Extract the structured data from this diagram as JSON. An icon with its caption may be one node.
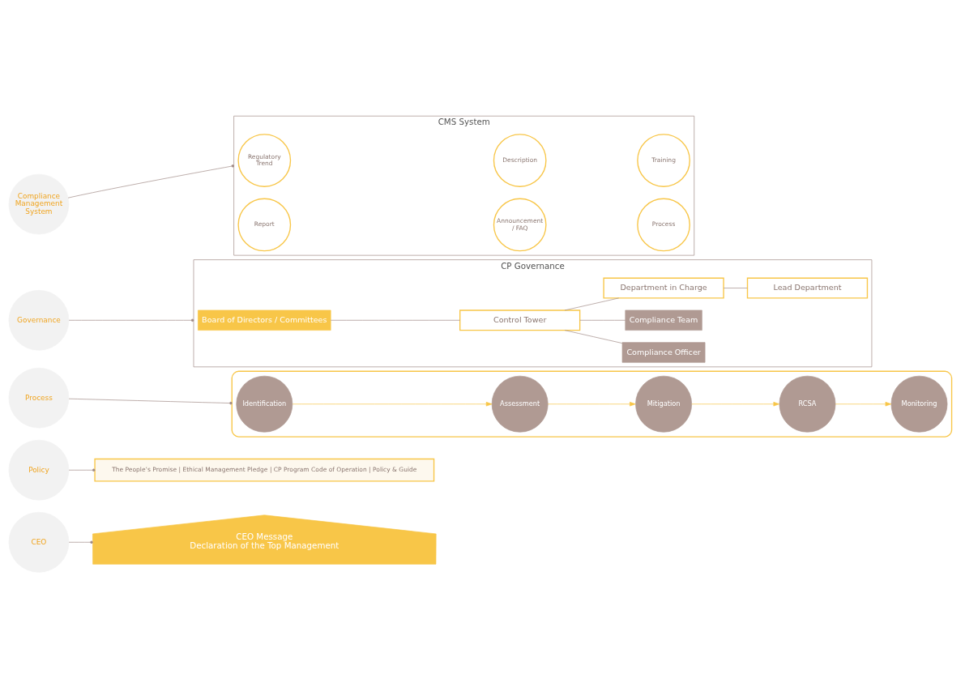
{
  "diagram": {
    "nodes": [
      {
        "text": [
          "CEO"
        ]
      },
      {
        "text": [
          "Policy"
        ]
      },
      {
        "text": [
          "Process"
        ]
      },
      {
        "text": [
          "Governance"
        ]
      },
      {
        "text": [
          "Compliance Management System"
        ]
      },
      {
        "text": [
          "CEO Message",
          "Declaration of the Top Management"
        ]
      },
      {
        "text": [
          "The People’s Promise | Ethical Management Pledge | CP Program Code of Operation | Policy & Guide"
        ]
      },
      {
        "text": [],
        "shape": "box"
      },
      {
        "text": [
          "Identification"
        ],
        "in": 7
      },
      {
        "text": [
          "Assessment"
        ],
        "in": 7
      },
      {
        "text": [
          "Mitigation"
        ],
        "in": 7
      },
      {
        "text": [
          "RCSA"
        ],
        "in": 7
      },
      {
        "text": [
          "Monitoring"
        ],
        "in": 7
      },
      {
        "text": [
          "CP Governance"
        ]
      },
      {
        "text": [
          "Board of Directors / Committees"
        ],
        "in": 13
      },
      {
        "text": [
          "Control Tower"
        ],
        "in": 13
      },
      {
        "text": [
          "Compliance Officer"
        ],
        "in": 13
      },
      {
        "text": [
          "Compliance Team"
        ],
        "in": 13
      },
      {
        "text": [
          "Department in Charge"
        ],
        "in": 13
      },
      {
        "text": [
          "Lead Department"
        ],
        "in": 13
      },
      {
        "text": [
          "CMS System"
        ]
      },
      {
        "text": [
          "Regulatory Trend"
        ],
        "in": 20
      },
      {
        "text": [
          "Description"
        ],
        "in": 20
      },
      {
        "text": [
          "Training"
        ],
        "in": 20
      },
      {
        "text": [
          "Report"
        ],
        "in": 20
      },
      {
        "text": [
          "Announcement / FAQ"
        ],
        "in": 20
      },
      {
        "text": [
          "Process"
        ],
        "in": 20
      }
    ],
    "edges": [
      {
        "from": 0,
        "to": 5,
        "arrow": "other"
      },
      {
        "from": 1,
        "to": 6,
        "arrow": "other"
      },
      {
        "from": 2,
        "to": 7,
        "arrow": "other"
      },
      {
        "from": 3,
        "to": 13,
        "arrow": "other"
      },
      {
        "from": 4,
        "to": 20,
        "arrow": "other"
      },
      {
        "from": 8,
        "to": 9,
        "arrow": "to",
        "color": "#f8c648"
      },
      {
        "from": 9,
        "to": 10,
        "arrow": "to",
        "color": "#f8c648"
      },
      {
        "from": 10,
        "to": 11,
        "arrow": "to",
        "color": "#f8c648"
      },
      {
        "from": 11,
        "to": 12,
        "arrow": "to",
        "color": "#f8c648"
      },
      {
        "from": 14,
        "to": 15,
        "arrow": "none"
      },
      {
        "from": 15,
        "to": 16,
        "arrow": "none"
      },
      {
        "from": 15,
        "to": 17,
        "arrow": "none"
      },
      {
        "from": 15,
        "to": 18,
        "arrow": "none"
      },
      {
        "from": 18,
        "to": 19,
        "arrow": "none"
      }
    ]
  }
}
